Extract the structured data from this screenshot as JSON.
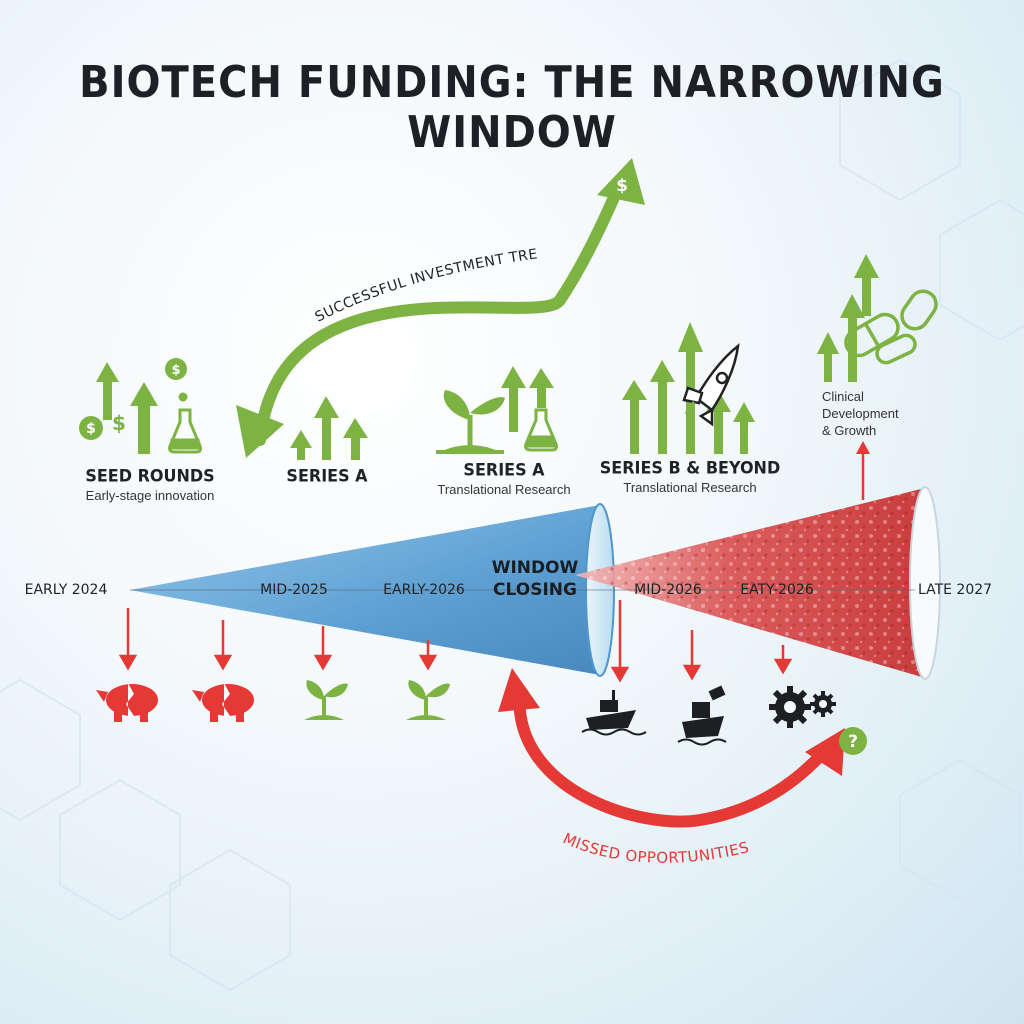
{
  "title": "BIOTECH FUNDING: THE NARROWING WINDOW",
  "stages": [
    {
      "label": "SEED ROUNDS",
      "sub": "Early-stage innovation"
    },
    {
      "label": "SERIES A",
      "sub": ""
    },
    {
      "label": "SERIES A",
      "sub": "Translational Research"
    },
    {
      "label": "SERIES B & BEYOND",
      "sub": "Translational Research"
    },
    {
      "label": "",
      "sub": "Clinical\nDevelopment\n& Growth"
    }
  ],
  "timeline": [
    "EARLY 2024",
    "MID-2025",
    "EARLY-2026",
    "MID-2026",
    "EATY-2026",
    "LATE 2027"
  ],
  "window_label": "WINDOW\nCLOSING",
  "trend_label": "SUCCESSFUL INVESTMENT TREND",
  "missed_label": "MISSED OPPORTUNITIES",
  "icons": {
    "top_row": [
      "coin-icon",
      "flask-icon",
      "growth-arrows-icon",
      "sprout-icon",
      "rocket-icon",
      "pill-capsule-icon"
    ],
    "bottom_row": [
      "broken-piggy-bank-icon",
      "broken-piggy-bank-icon",
      "sprout-icon",
      "sprout-icon",
      "sinking-ship-icon",
      "sinking-ship-icon",
      "gears-icon",
      "question-icon"
    ]
  },
  "colors": {
    "green": "#7cb342",
    "red": "#e53935",
    "blue_cone": "#5ea3d6",
    "red_cone": "#d94848",
    "title": "#1d2024"
  }
}
